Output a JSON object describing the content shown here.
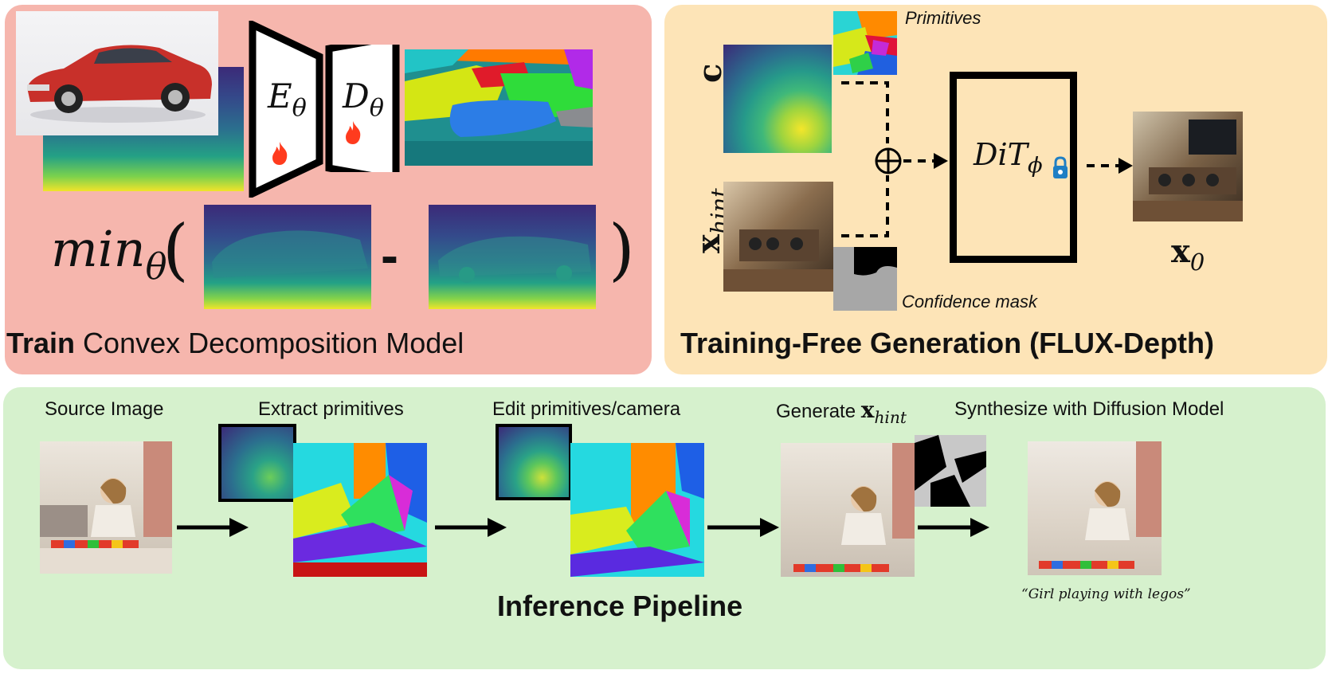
{
  "colors": {
    "train_panel_bg": "#f6b6ad",
    "generation_panel_bg": "#fde4b7",
    "inference_panel_bg": "#d6f1cd",
    "flame": "#ff3b1e",
    "lock": "#1f7fc4"
  },
  "icons": [
    "flame-icon",
    "lock-icon",
    "oplus-icon",
    "arrow-right-icon"
  ],
  "train": {
    "title_bold": "Train",
    "title_rest": "Convex Decomposition Model",
    "encoder": "E",
    "decoder": "D",
    "param": "θ",
    "loss_func": "min",
    "minus": "-",
    "open_paren": "(",
    "close_paren": ")"
  },
  "generation": {
    "title": "Training-Free Generation (FLUX-Depth)",
    "c_label": "c",
    "xhint_main": "x",
    "xhint_sub": "hint",
    "primitives_label": "Primitives",
    "confidence_label": "Confidence mask",
    "dit_main": "DiT",
    "dit_sub": "ϕ",
    "x0_main": "x",
    "x0_sub": "0"
  },
  "inference": {
    "title": "Inference Pipeline",
    "step_source": "Source Image",
    "step_extract": "Extract primitives",
    "step_edit": "Edit primitives/camera",
    "step_generate": "Generate",
    "step_generate_x": "x",
    "step_generate_sub": "hint",
    "step_synthesize": "Synthesize with Diffusion Model",
    "prompt": "“Girl playing with legos”"
  }
}
